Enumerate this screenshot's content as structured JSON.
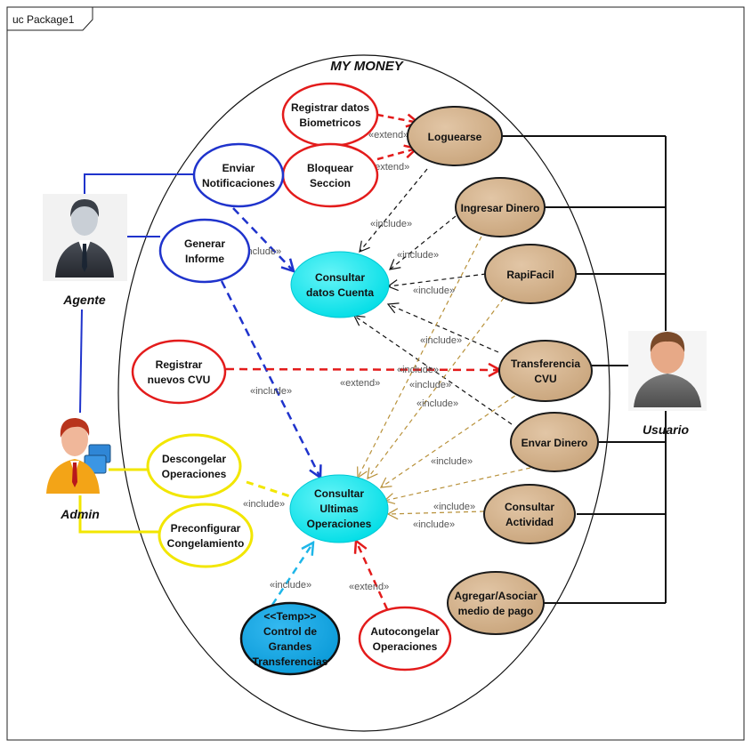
{
  "frame": {
    "title": "uc Package1"
  },
  "system": {
    "title": "MY MONEY"
  },
  "actors": {
    "agente": "Agente",
    "admin": "Admin",
    "usuario": "Usuario"
  },
  "use_cases": {
    "registrar_biometricos": [
      "Registrar datos",
      "Biometricos"
    ],
    "bloquear_seccion": [
      "Bloquear",
      "Seccion"
    ],
    "loguearse": [
      "Loguearse"
    ],
    "enviar_notificaciones": [
      "Enviar",
      "Notificaciones"
    ],
    "generar_informe": [
      "Generar",
      "Informe"
    ],
    "ingresar_dinero": [
      "Ingresar Dinero"
    ],
    "rapifacil": [
      "RapiFacil"
    ],
    "consultar_datos_cuenta": [
      "Consultar",
      "datos Cuenta"
    ],
    "registrar_cvu": [
      "Registrar",
      "nuevos CVU"
    ],
    "transferencia_cvu": [
      "Transferencia",
      "CVU"
    ],
    "envar_dinero": [
      "Envar Dinero"
    ],
    "descongelar": [
      "Descongelar",
      "Operaciones"
    ],
    "preconfigurar": [
      "Preconfigurar",
      "Congelamiento"
    ],
    "consultar_ultimas": [
      "Consultar",
      "Ultimas",
      "Operaciones"
    ],
    "consultar_actividad": [
      "Consultar",
      "Actividad"
    ],
    "agregar_medio": [
      "Agregar/Asociar",
      "medio de pago"
    ],
    "control_grandes": [
      "<<Temp>>",
      "Control de",
      "Grandes",
      "Transferencias"
    ],
    "autocongelar": [
      "Autocongelar",
      "Operaciones"
    ]
  },
  "labels": {
    "include": "«include»",
    "extend": "«extend»"
  },
  "colors": {
    "red": "#e31b1b",
    "blue": "#1f33cc",
    "yellow": "#f2e600",
    "brown_fill": "#d4b28c",
    "cyan_fill": "#00e8ee",
    "dark_cyan_fill": "#0aa6e8",
    "gold_line": "#b8913a",
    "light_blue_line": "#1eb6e8"
  }
}
